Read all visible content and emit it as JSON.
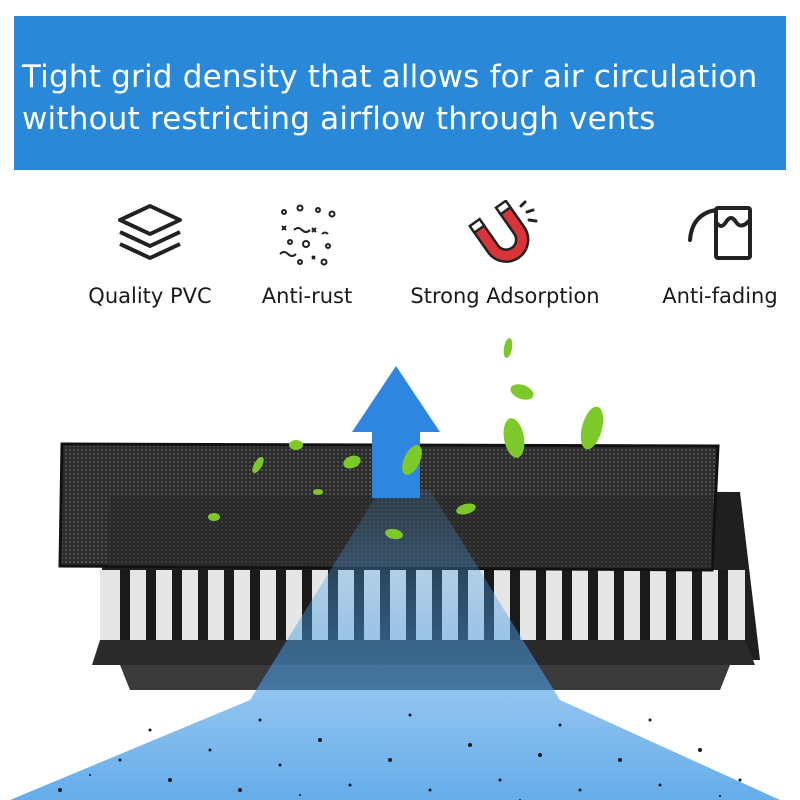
{
  "headline": "Tight grid density that allows for air circulation without restricting airflow through vents",
  "features": [
    {
      "label": "Quality PVC",
      "icon": "layers-icon"
    },
    {
      "label": "Anti-rust",
      "icon": "dust-particles-icon"
    },
    {
      "label": "Strong Adsorption",
      "icon": "magnet-icon"
    },
    {
      "label": "Anti-fading",
      "icon": "paint-bucket-icon"
    }
  ],
  "colors": {
    "banner": "#2a88d8",
    "airflow": "#4a9ee6",
    "magnet_red": "#d8343a",
    "leaf_green": "#7ec92a",
    "vent_dark": "#1f1f1f"
  }
}
